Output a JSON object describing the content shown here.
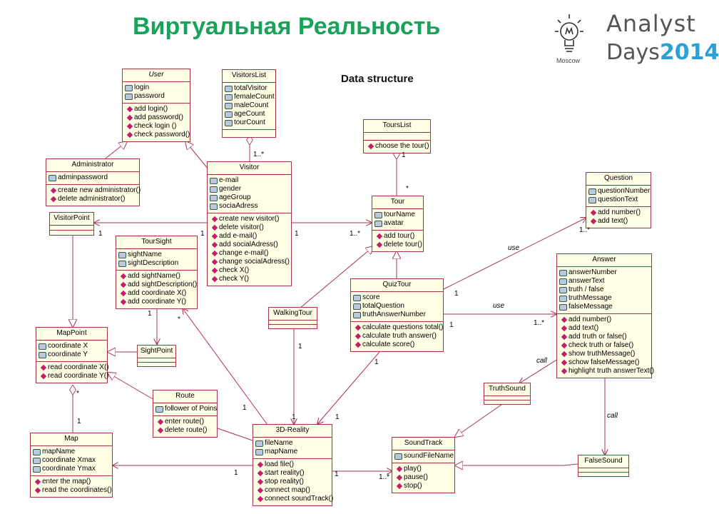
{
  "title": "Виртуальная Реальность",
  "subtitle": "Data structure",
  "logo": {
    "line1": "Analyst",
    "line2a": "Days",
    "line2b": "2014",
    "city": "Moscow"
  },
  "classes": {
    "user": {
      "name": "User",
      "attrs": [
        "login",
        "password"
      ],
      "ops": [
        "add login()",
        "add password()",
        "check login ()",
        "check password()"
      ]
    },
    "visitorslist": {
      "name": "VisitorsList",
      "attrs": [
        "totalVisitor",
        "femaleCount",
        "maleCount",
        "ageCount",
        "tourCount"
      ]
    },
    "administrator": {
      "name": "Administrator",
      "attrs": [
        "adminpassword"
      ],
      "ops": [
        "create new administrator()",
        "delete administrator()"
      ]
    },
    "visitor": {
      "name": "Visitor",
      "attrs": [
        "e-mail",
        "gender",
        "ageGroup",
        "sociaAdress"
      ],
      "ops": [
        "create new visitor()",
        "delete visitor()",
        "add e-mail()",
        "add socialAdress()",
        "change e-mail()",
        "change socialAdress()",
        "check X()",
        "check Y()"
      ]
    },
    "tourslist": {
      "name": "ToursList",
      "ops": [
        "choose the tour()"
      ]
    },
    "tour": {
      "name": "Tour",
      "attrs": [
        "tourName",
        "avatar"
      ],
      "ops": [
        "add tour()",
        "delete tour()"
      ]
    },
    "question": {
      "name": "Question",
      "attrs": [
        "questionNumber",
        "questionText"
      ],
      "ops": [
        "add number()",
        "add text()"
      ]
    },
    "visitorpoint": {
      "name": "VisitorPoint"
    },
    "toursight": {
      "name": "TourSight",
      "attrs": [
        "sightName",
        "sightDescription"
      ],
      "ops": [
        "add sightName()",
        "add sightDescription()",
        "add coordinate X()",
        "add coordinate Y()"
      ]
    },
    "answer": {
      "name": "Answer",
      "attrs": [
        "answerNumber",
        "answerText",
        "truth / false",
        "truthMessage",
        "falseMessage"
      ],
      "ops": [
        "add number()",
        "add text()",
        "add truth or false()",
        "check truth or false()",
        "show truthMessage()",
        "schow falseMessage()",
        "highlight truth answerText()"
      ]
    },
    "quiztour": {
      "name": "QuizTour",
      "attrs": [
        "score",
        "totalQuestion",
        "truthAnswerNumber"
      ],
      "ops": [
        "calculate questions total()",
        "calculate truth answer()",
        "calculate score()"
      ]
    },
    "walkingtour": {
      "name": "WalkingTour"
    },
    "mappoint": {
      "name": "MapPoint",
      "attrs": [
        "coordinate X",
        "coordinate Y"
      ],
      "ops": [
        "read coordinate X()",
        "read coordinate Y()"
      ]
    },
    "sightpoint": {
      "name": "SightPoint"
    },
    "route": {
      "name": "Route",
      "attrs": [
        "follower of Poins"
      ],
      "ops": [
        "enter route()",
        "delete route()"
      ]
    },
    "truthsound": {
      "name": "TruthSound"
    },
    "map": {
      "name": "Map",
      "attrs": [
        "mapName",
        "coordinate Xmax",
        "coordinate Ymax"
      ],
      "ops": [
        "enter the map()",
        "read the coordinates()"
      ]
    },
    "reality": {
      "name": "3D-Reality",
      "attrs": [
        "fileName",
        "mapName"
      ],
      "ops": [
        "load file()",
        "start reality()",
        "stop reality()",
        "connect map()",
        "connect soundTrack()"
      ]
    },
    "soundtrack": {
      "name": "SoundTrack",
      "attrs": [
        "soundFileName"
      ],
      "ops": [
        "play()",
        "pause()",
        "stop()"
      ]
    },
    "falsesound": {
      "name": "FalseSound"
    }
  },
  "multiplicities": {
    "m1": "1..*",
    "m2": "1",
    "m3": "*",
    "m4": "1",
    "m5": "1",
    "m6": "1",
    "m7": "1..*",
    "m8": "1..*",
    "m9": "1",
    "m10": "1",
    "m11": "1..*",
    "m12": "1",
    "m13": "*",
    "m14": "1",
    "m15": "1",
    "m16": "1",
    "m17": "1",
    "m18": "*",
    "m19": "1",
    "m20": "1",
    "m21": "1",
    "m22": "1",
    "m23": "1..*"
  },
  "labels": {
    "use1": "use",
    "use2": "use",
    "call1": "call",
    "call2": "call"
  },
  "colors": {
    "title": "#19a35a",
    "class_fill": "#ffffe6",
    "class_border": "#a8334e",
    "line": "#a8334e",
    "year": "#2aa0d8"
  }
}
